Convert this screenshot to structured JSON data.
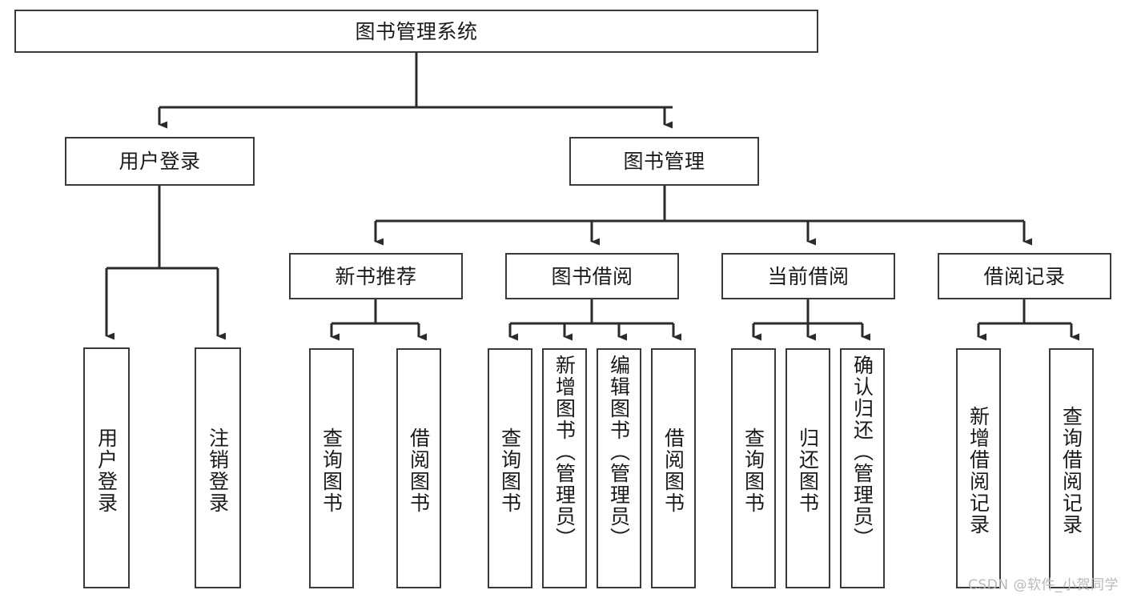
{
  "diagram": {
    "title": "图书管理系统",
    "type": "tree-hierarchy",
    "watermark": "CSDN @软件_小贺同学",
    "colors": {
      "background": "#ffffff",
      "box_border": "#3a3a3a",
      "connector": "#2b2b2b",
      "text": "#1a1a1a",
      "watermark": "#b9b9b9"
    },
    "nodes": {
      "root": {
        "label": "图书管理系统"
      },
      "level2": [
        {
          "id": "user-login",
          "label": "用户登录"
        },
        {
          "id": "book-manage",
          "label": "图书管理"
        }
      ],
      "level3": [
        {
          "id": "new-book-recommend",
          "label": "新书推荐"
        },
        {
          "id": "book-borrow",
          "label": "图书借阅"
        },
        {
          "id": "current-borrow",
          "label": "当前借阅"
        },
        {
          "id": "borrow-record",
          "label": "借阅记录"
        }
      ],
      "leaves": {
        "user_login": [
          {
            "id": "leaf-user-login",
            "label": "用户登录"
          },
          {
            "id": "leaf-logout-login",
            "label": "注销登录"
          }
        ],
        "new_book_recommend": [
          {
            "id": "leaf-query-book-1",
            "label": "查询图书"
          },
          {
            "id": "leaf-borrow-book-1",
            "label": "借阅图书"
          }
        ],
        "book_borrow": [
          {
            "id": "leaf-query-book-2",
            "label": "查询图书"
          },
          {
            "id": "leaf-add-book",
            "label": "新增图书（管理员）"
          },
          {
            "id": "leaf-edit-book",
            "label": "编辑图书（管理员）"
          },
          {
            "id": "leaf-borrow-book-2",
            "label": "借阅图书"
          }
        ],
        "current_borrow": [
          {
            "id": "leaf-query-book-3",
            "label": "查询图书"
          },
          {
            "id": "leaf-return-book",
            "label": "归还图书"
          },
          {
            "id": "leaf-confirm-return",
            "label": "确认归还（管理员）"
          }
        ],
        "borrow_record": [
          {
            "id": "leaf-add-record",
            "label": "新增借阅记录"
          },
          {
            "id": "leaf-query-record",
            "label": "查询借阅记录"
          }
        ]
      }
    }
  }
}
